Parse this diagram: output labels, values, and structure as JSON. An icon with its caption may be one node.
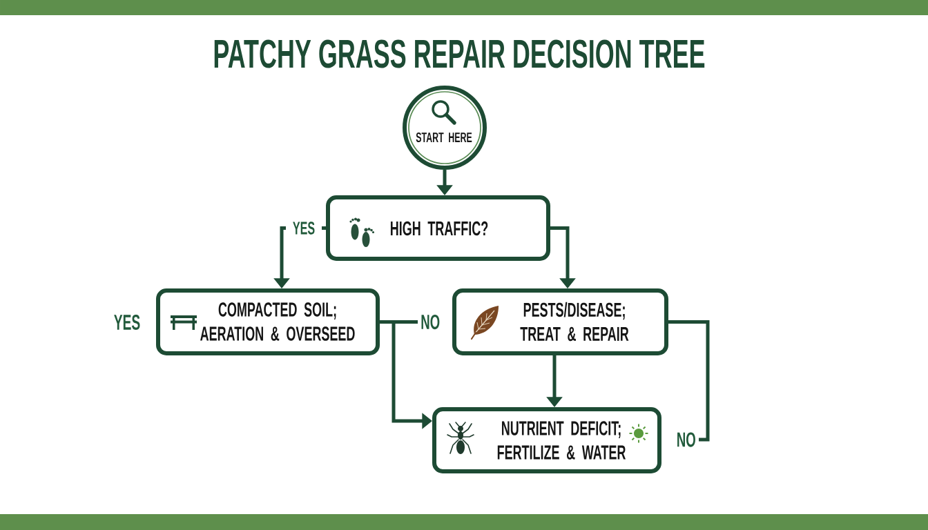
{
  "diagram": {
    "title": "PATCHY GRASS REPAIR DECISION TREE",
    "nodes": [
      {
        "text": [
          "START HERE"
        ]
      },
      {
        "text": [
          "HIGH TRAFFIC?"
        ]
      },
      {
        "text": [
          "COMPACTED SOIL; AERATION & OVERSEED"
        ],
        "beside": [
          "YES"
        ]
      },
      {
        "text": [
          "PESTS/DISEASE; TREAT & REPAIR"
        ]
      },
      {
        "text": [
          "NUTRIENT DEFICIT; FERTILIZE & WATER"
        ]
      }
    ],
    "edges": [
      {
        "from": 0,
        "to": 1,
        "arrow": "to"
      },
      {
        "from": 1,
        "to": 2,
        "arrow": "to",
        "label": "YES"
      },
      {
        "from": 1,
        "to": 3,
        "arrow": "to"
      },
      {
        "from": 2,
        "to": 4,
        "arrow": "to",
        "label": "NO"
      },
      {
        "from": 3,
        "to": 4,
        "arrow": "to"
      },
      {
        "from": 3,
        "to": null,
        "arrow": "none",
        "label": "NO"
      }
    ]
  }
}
